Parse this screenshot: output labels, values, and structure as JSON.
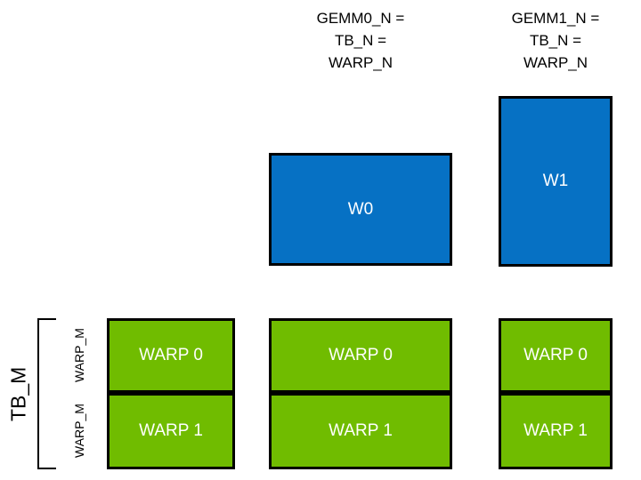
{
  "diagram": {
    "title_captions": [
      {
        "id": "gemm0",
        "text": "GEMM0_N =\nTB_N =\nWARP_N"
      },
      {
        "id": "gemm1",
        "text": "GEMM1_N =\nTB_N =\nWARP_N"
      }
    ],
    "blue_boxes": [
      {
        "id": "w0",
        "label": "W0"
      },
      {
        "id": "w1",
        "label": "W1"
      }
    ],
    "green_columns": [
      {
        "id": "col0",
        "cells": [
          {
            "label": "WARP 0"
          },
          {
            "label": "WARP 1"
          }
        ]
      },
      {
        "id": "col1",
        "cells": [
          {
            "label": "WARP 0"
          },
          {
            "label": "WARP 1"
          }
        ]
      },
      {
        "id": "col2",
        "cells": [
          {
            "label": "WARP 0"
          },
          {
            "label": "WARP 1"
          }
        ]
      }
    ],
    "left_annotations": {
      "bracket_label": "TB_M",
      "warp_labels": [
        "WARP_M",
        "WARP_M"
      ]
    },
    "colors": {
      "blue": "#0671C4",
      "green": "#70BC00",
      "outline": "#000000",
      "text_on_fill": "#FFFFFF",
      "text": "#000000",
      "background": "#FFFFFF"
    }
  }
}
